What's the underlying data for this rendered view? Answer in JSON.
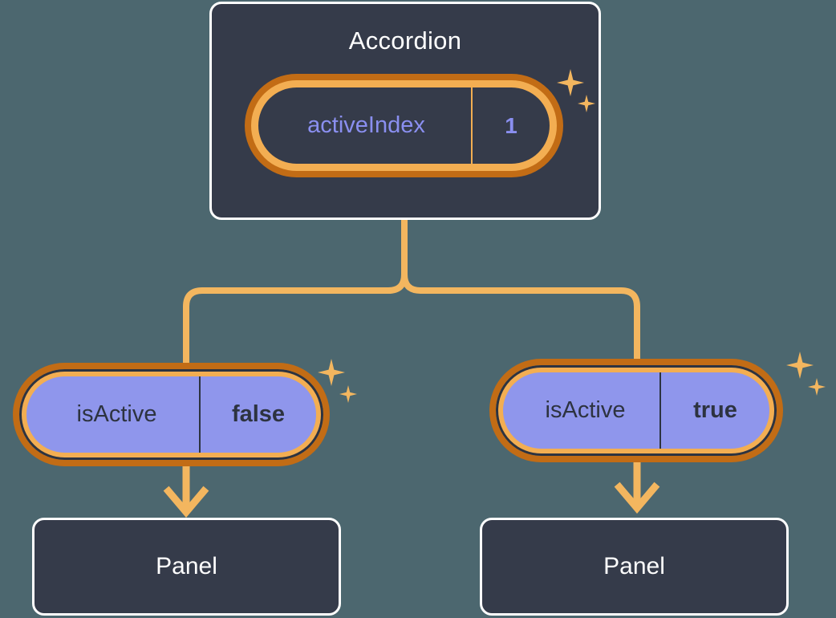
{
  "diagram": {
    "type": "component-tree",
    "background_color": "#4c676f",
    "accent_color": "#f3ae52",
    "accent_dark_color": "#c26c15",
    "node_bg_color": "#353b4a",
    "state_fill_color": "#8f96ec",
    "state_text_color": "#8a8ff0"
  },
  "root": {
    "title": "Accordion",
    "state": {
      "key": "activeIndex",
      "value": "1",
      "highlighted": true
    },
    "sparkles_icon": "sparkles-icon"
  },
  "children": [
    {
      "state": {
        "key": "isActive",
        "value": "false",
        "highlighted": true
      },
      "sparkles_icon": "sparkles-icon",
      "component": {
        "title": "Panel"
      },
      "arrow_icon": "arrow-down-icon"
    },
    {
      "state": {
        "key": "isActive",
        "value": "true",
        "highlighted": true
      },
      "sparkles_icon": "sparkles-icon",
      "component": {
        "title": "Panel"
      },
      "arrow_icon": "arrow-down-icon"
    }
  ]
}
